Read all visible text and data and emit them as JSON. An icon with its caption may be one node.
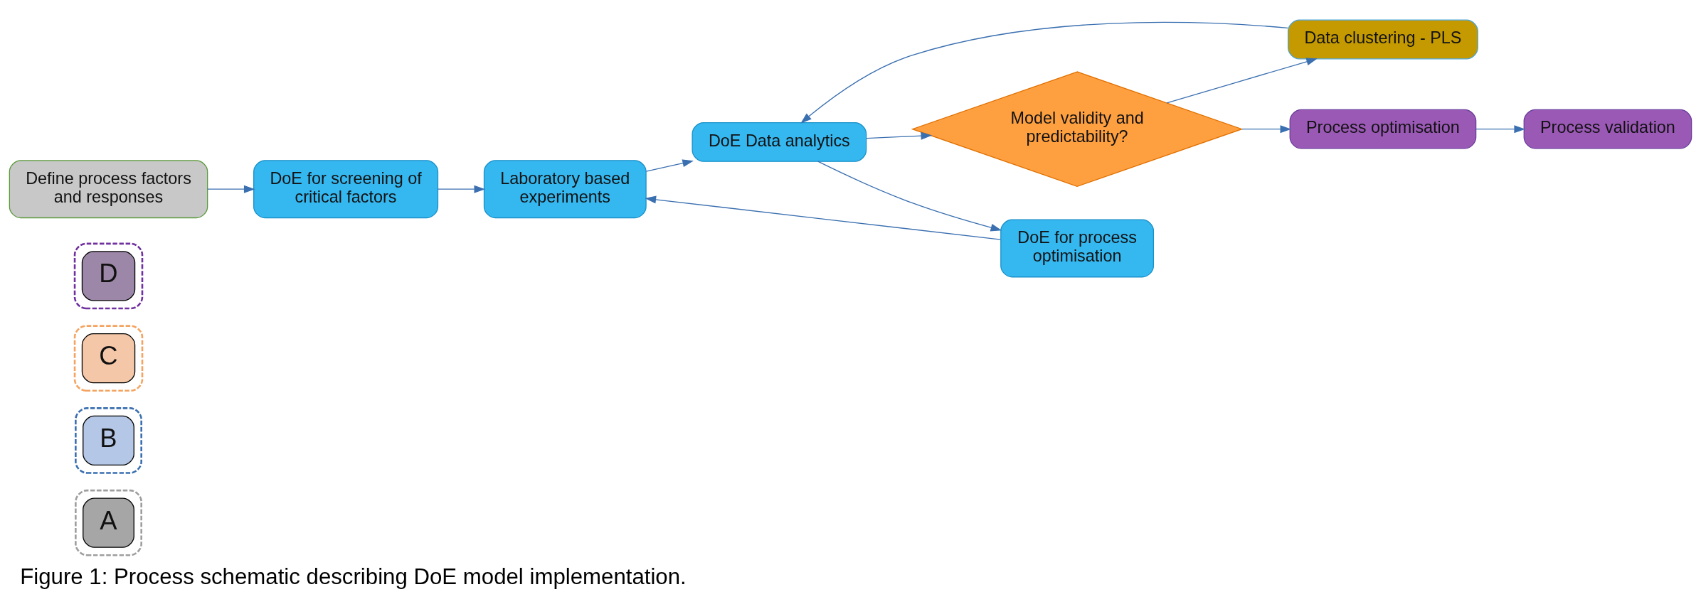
{
  "diagram": {
    "caption": "Figure 1: Process schematic describing DoE model implementation.",
    "nodes": [
      {
        "text": [],
        "shape": "box"
      },
      {
        "text": [],
        "shape": "box"
      },
      {
        "text": [],
        "shape": "box"
      },
      {
        "text": [],
        "shape": "box"
      },
      {
        "text": [
          "A"
        ],
        "in": 0
      },
      {
        "text": [
          "B"
        ],
        "in": 1
      },
      {
        "text": [
          "C"
        ],
        "in": 2
      },
      {
        "text": [
          "D"
        ],
        "in": 3
      },
      {
        "text": [
          "Define process factors and responses"
        ]
      },
      {
        "text": [
          "DoE for screening of critical factors"
        ]
      },
      {
        "text": [
          "Data clustering - PLS"
        ]
      },
      {
        "text": [
          "Laboratory based experiments"
        ]
      },
      {
        "text": [
          "DoE Data analytics"
        ]
      },
      {
        "text": [
          "Model validity and predictability?"
        ]
      },
      {
        "text": [
          "Process optimisation"
        ]
      },
      {
        "text": [
          "DoE for process optimisation"
        ]
      },
      {
        "text": [
          "Process validation"
        ]
      }
    ],
    "edges": [
      {
        "from": 8,
        "to": 9,
        "arrow": "to"
      },
      {
        "from": 9,
        "to": 11,
        "arrow": "to"
      },
      {
        "from": 11,
        "to": 12,
        "arrow": "to"
      },
      {
        "from": 12,
        "to": 13,
        "arrow": "to"
      },
      {
        "from": 13,
        "to": 10,
        "arrow": "to"
      },
      {
        "from": 10,
        "to": 12,
        "arrow": "to"
      },
      {
        "from": 12,
        "to": 15,
        "arrow": "to"
      },
      {
        "from": 15,
        "to": 11,
        "arrow": "to"
      },
      {
        "from": 13,
        "to": 14,
        "arrow": "to"
      },
      {
        "from": 14,
        "to": 16,
        "arrow": "to"
      }
    ]
  }
}
